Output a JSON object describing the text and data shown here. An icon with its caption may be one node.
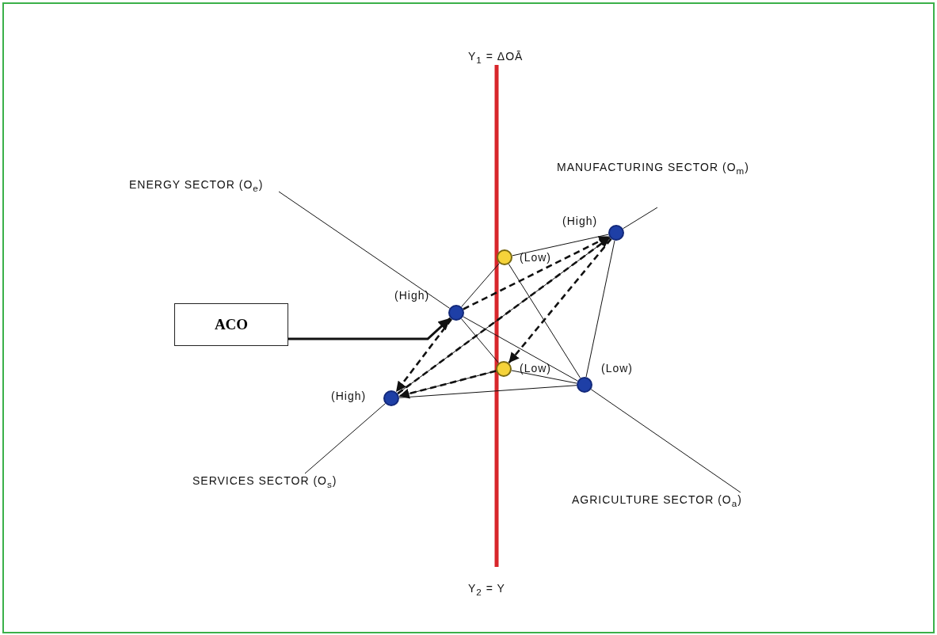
{
  "diagram": {
    "nodes": [
      {
        "text": [
          "ACO"
        ]
      },
      {
        "text": [
          "ENERGY SECTOR (O$_{e}$)"
        ]
      },
      {
        "text": [
          "MANUFACTURING SECTOR (O$_{m}$)"
        ]
      },
      {
        "text": [
          "SERVICES SECTOR (O$_{s}$)"
        ]
      },
      {
        "text": [
          "AGRICULTURE SECTOR (O$_{a}$)"
        ]
      },
      {
        "text": [
          "Y$_{1}$ = ΔOĀ"
        ]
      },
      {
        "text": [
          "Y$_{2}$ = Y"
        ]
      },
      {
        "text": [],
        "shape": "circle",
        "beside": [
          "(High)"
        ]
      },
      {
        "text": [],
        "shape": "circle",
        "beside": [
          "(High)"
        ]
      },
      {
        "text": [],
        "shape": "circle",
        "beside": [
          "(High)"
        ]
      },
      {
        "text": [],
        "shape": "circle",
        "beside": [
          "(Low)"
        ]
      },
      {
        "text": [],
        "shape": "circle",
        "beside": [
          "(Low)"
        ]
      },
      {
        "text": [],
        "shape": "circle",
        "beside": [
          "(Low)"
        ]
      }
    ],
    "edges": [
      {
        "from": 5,
        "to": 6,
        "arrow": "none",
        "style": "thick",
        "color": "#d8262b"
      },
      {
        "from": 1,
        "to": 7,
        "arrow": "none"
      },
      {
        "from": 7,
        "to": 10,
        "arrow": "none"
      },
      {
        "from": 8,
        "to": null,
        "arrow": "none"
      },
      {
        "from": 3,
        "to": 9,
        "arrow": "none"
      },
      {
        "from": 10,
        "to": 4,
        "arrow": "none"
      },
      {
        "from": 11,
        "to": 8,
        "arrow": "none"
      },
      {
        "from": 11,
        "to": 7,
        "arrow": "none"
      },
      {
        "from": 11,
        "to": 10,
        "arrow": "none"
      },
      {
        "from": 8,
        "to": 10,
        "arrow": "none"
      },
      {
        "from": 9,
        "to": 12,
        "arrow": "none"
      },
      {
        "from": 9,
        "to": 10,
        "arrow": "none"
      },
      {
        "from": 12,
        "to": 10,
        "arrow": "none"
      },
      {
        "from": 7,
        "to": 12,
        "arrow": "none"
      },
      {
        "from": 9,
        "to": 8,
        "arrow": "none"
      },
      {
        "from": 7,
        "to": 8,
        "arrow": "to",
        "style": "dashed"
      },
      {
        "from": 9,
        "to": 8,
        "arrow": "to",
        "style": "dashed"
      },
      {
        "from": 8,
        "to": 12,
        "arrow": "to",
        "style": "dashed"
      },
      {
        "from": 12,
        "to": 9,
        "arrow": "to",
        "style": "dashed"
      },
      {
        "from": 7,
        "to": 9,
        "arrow": "to",
        "style": "dashed"
      },
      {
        "from": 0,
        "to": 7,
        "arrow": "to",
        "style": "thick"
      }
    ]
  }
}
